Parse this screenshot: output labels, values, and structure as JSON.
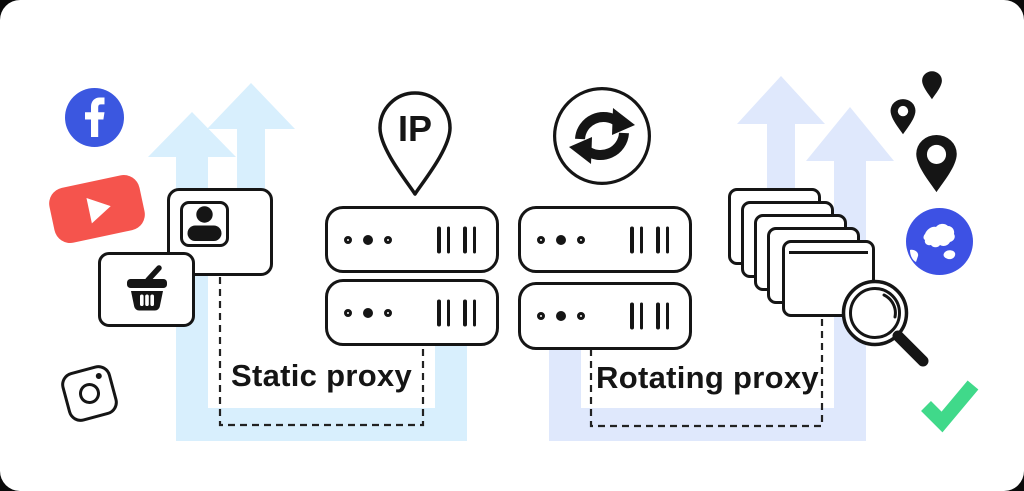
{
  "scene": {
    "left_section_label": "Static proxy",
    "right_section_label": "Rotating proxy",
    "ip_pin_label": "IP"
  },
  "colors": {
    "left_arrows": "#d8effd",
    "right_arrows": "#dfe8fc",
    "facebook_blue": "#3b57e0",
    "youtube_red": "#f5544d",
    "globe_blue": "#3d51e4",
    "check_green": "#40d98a",
    "outline_ink": "#151515",
    "connector_ink": "#222222",
    "background": "#ffffff"
  },
  "icons": {
    "left_group": [
      "facebook-icon",
      "youtube-icon",
      "profile-card-icon",
      "shopping-basket-icon",
      "instagram-icon"
    ],
    "static_proxy_group": [
      "up-arrow",
      "up-arrow",
      "ip-pin-icon",
      "server-rack",
      "server-rack"
    ],
    "rotating_proxy_group": [
      "sync-icon",
      "server-rack",
      "server-rack",
      "stacked-pages-icon",
      "magnifier-icon",
      "up-arrow",
      "up-arrow"
    ],
    "right_group": [
      "map-pin-icon",
      "map-pin-icon",
      "map-pin-icon",
      "globe-icon",
      "check-icon"
    ]
  }
}
